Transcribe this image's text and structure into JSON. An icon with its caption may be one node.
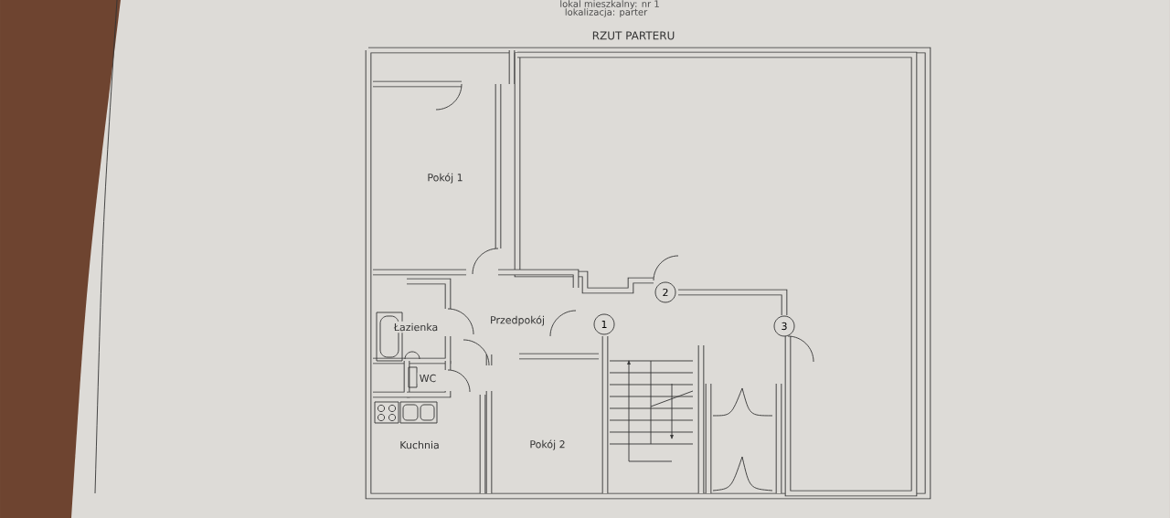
{
  "diagram": {
    "title": "RZUT PARTERU",
    "nodes": [
      {
        "text": [
          "Pokój 1"
        ]
      },
      {
        "text": [
          "2"
        ]
      },
      {
        "text": [
          "Łazienka"
        ]
      },
      {
        "text": [
          "Przedpokój"
        ]
      },
      {
        "text": [
          "1"
        ]
      },
      {
        "text": [
          "3"
        ]
      },
      {
        "text": [
          "WC"
        ]
      },
      {
        "text": [
          "Kuchnia"
        ]
      },
      {
        "text": [
          "Pokój 2"
        ]
      }
    ],
    "labels": [
      "lokal mieszkalny: nr 1",
      "lokalizacja: parter"
    ]
  }
}
